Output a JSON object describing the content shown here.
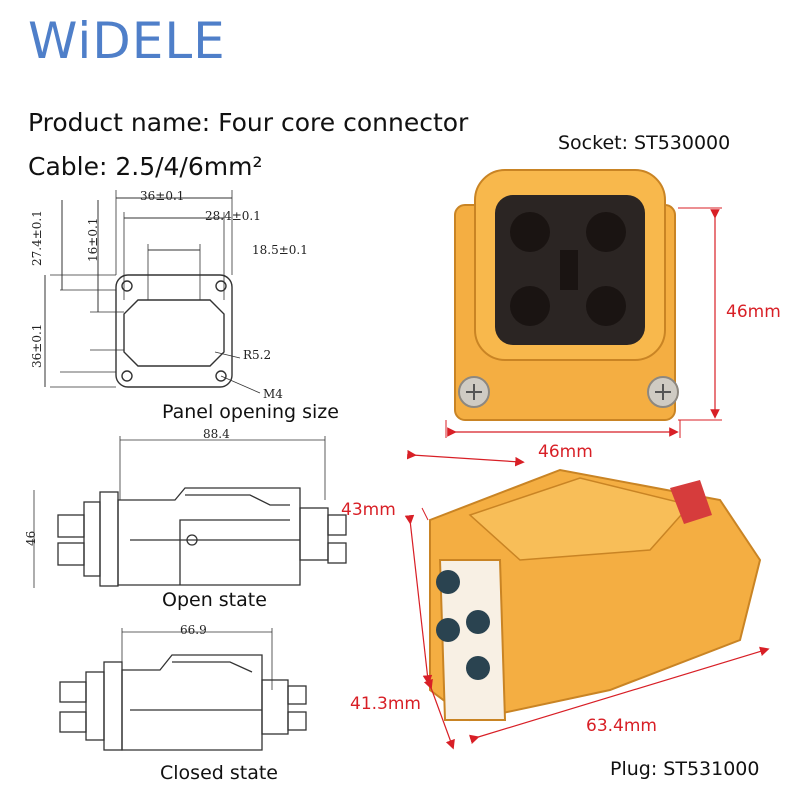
{
  "brand": "WiDELE",
  "product_name": "Product name: Four core connector",
  "cable": "Cable: 2.5/4/6mm²",
  "socket_label": "Socket: ST530000",
  "plug_label": "Plug: ST531000",
  "panel_drawing": {
    "dims": {
      "d1": "36±0.1",
      "d2": "28.4±0.1",
      "d3": "18.5±0.1",
      "d4": "27.4±0.1",
      "d5": "16±0.1",
      "d6": "36±0.1",
      "radius": "R5.2",
      "screw": "M4"
    },
    "caption": "Panel opening size"
  },
  "open_drawing": {
    "width": "88.4",
    "height": "46",
    "caption": "Open state"
  },
  "closed_drawing": {
    "width": "66.9",
    "caption": "Closed state"
  },
  "socket_dims": {
    "height": "46mm",
    "width": "46mm"
  },
  "plug_dims": {
    "d1": "43mm",
    "d2": "41.3mm",
    "d3": "63.4mm"
  },
  "colors": {
    "brand": "#4f7fc9",
    "dimension": "#d81f26",
    "connector": "#f2a93b",
    "insert": "#2d2522"
  }
}
